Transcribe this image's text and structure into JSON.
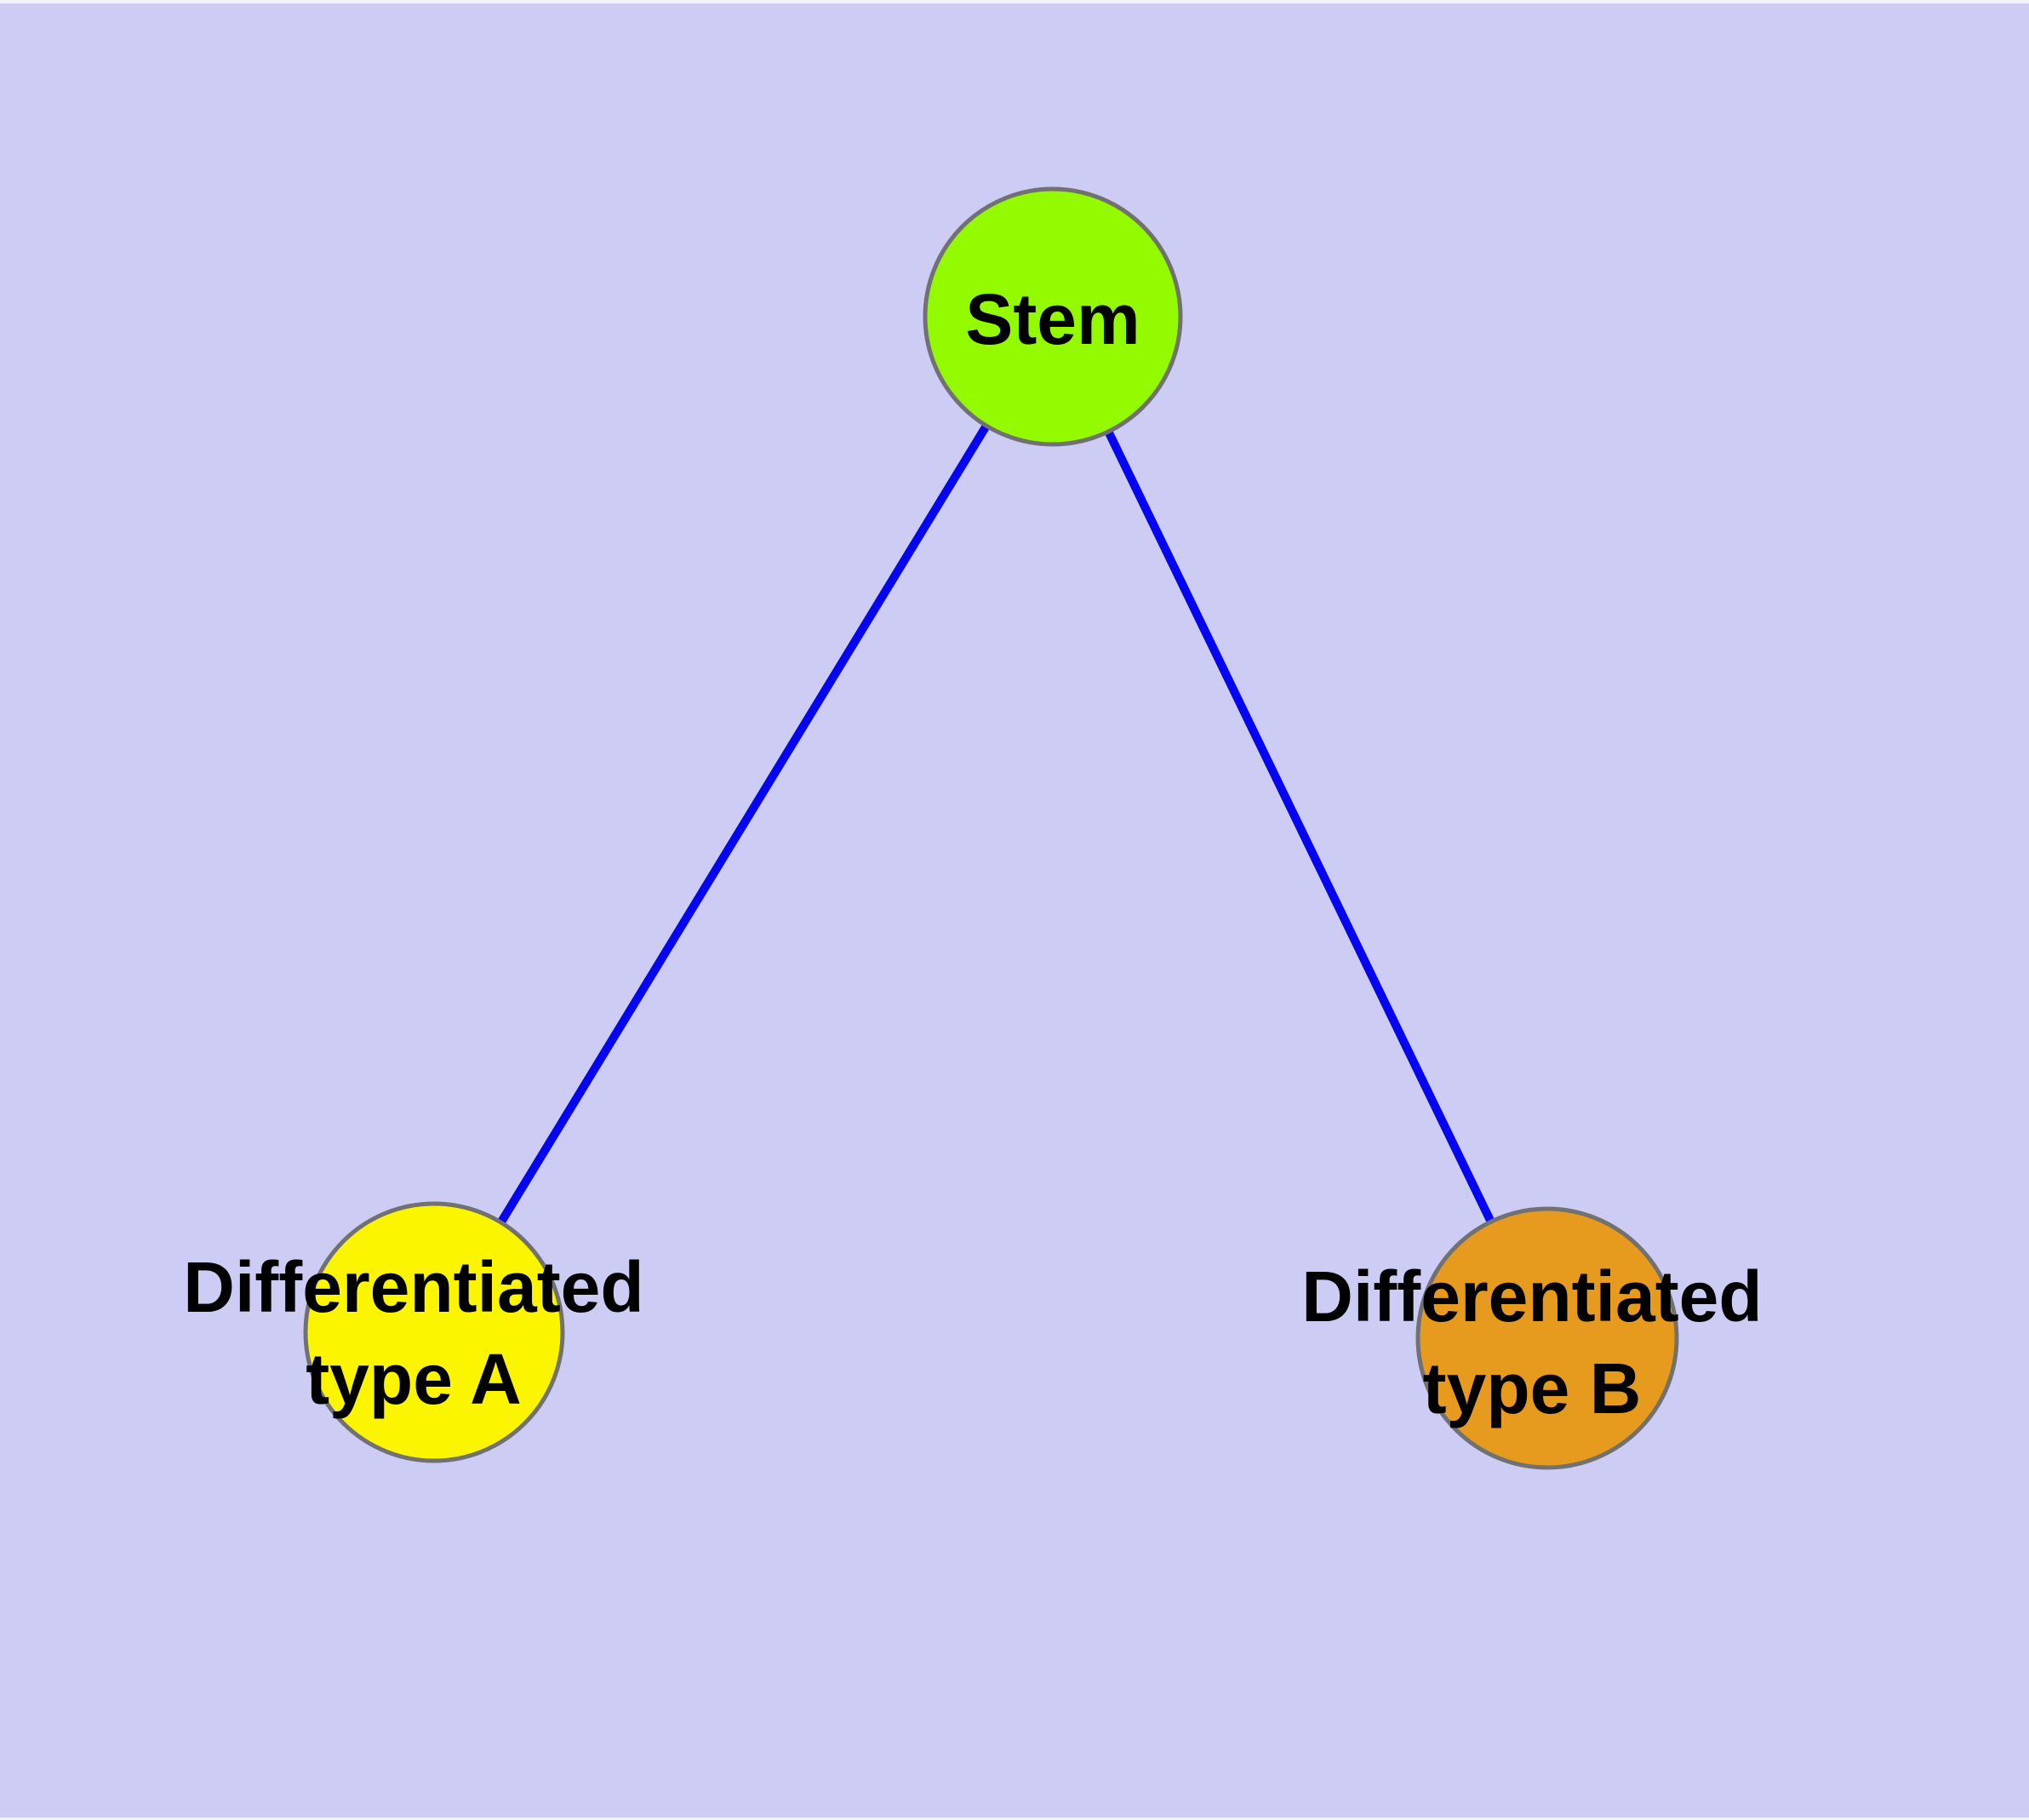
{
  "page": {
    "background_color": "#CCCCF4",
    "window_edge_color": "#F2F2FB"
  },
  "graph": {
    "type": "node-link-diagram",
    "edge_color": "#0505F2",
    "edge_width": "10",
    "node_border_color": "#717171",
    "node_border_width": "5",
    "label_color": "#000000",
    "nodes": [
      {
        "id": "stem",
        "label": "Stem",
        "lines": [
          "Stem"
        ],
        "fill": "#94FA00"
      },
      {
        "id": "differentiated-type-a",
        "label": "Differentiated type A",
        "lines": [
          "Differentiated",
          "type A"
        ],
        "fill": "#FBF600"
      },
      {
        "id": "differentiated-type-b",
        "label": "Differentiated type B",
        "lines": [
          "Differentiated",
          "type B"
        ],
        "fill": "#E69A1E"
      }
    ],
    "edges": [
      {
        "from": "Stem",
        "to": "Differentiated type A"
      },
      {
        "from": "Stem",
        "to": "Differentiated type B"
      }
    ]
  }
}
